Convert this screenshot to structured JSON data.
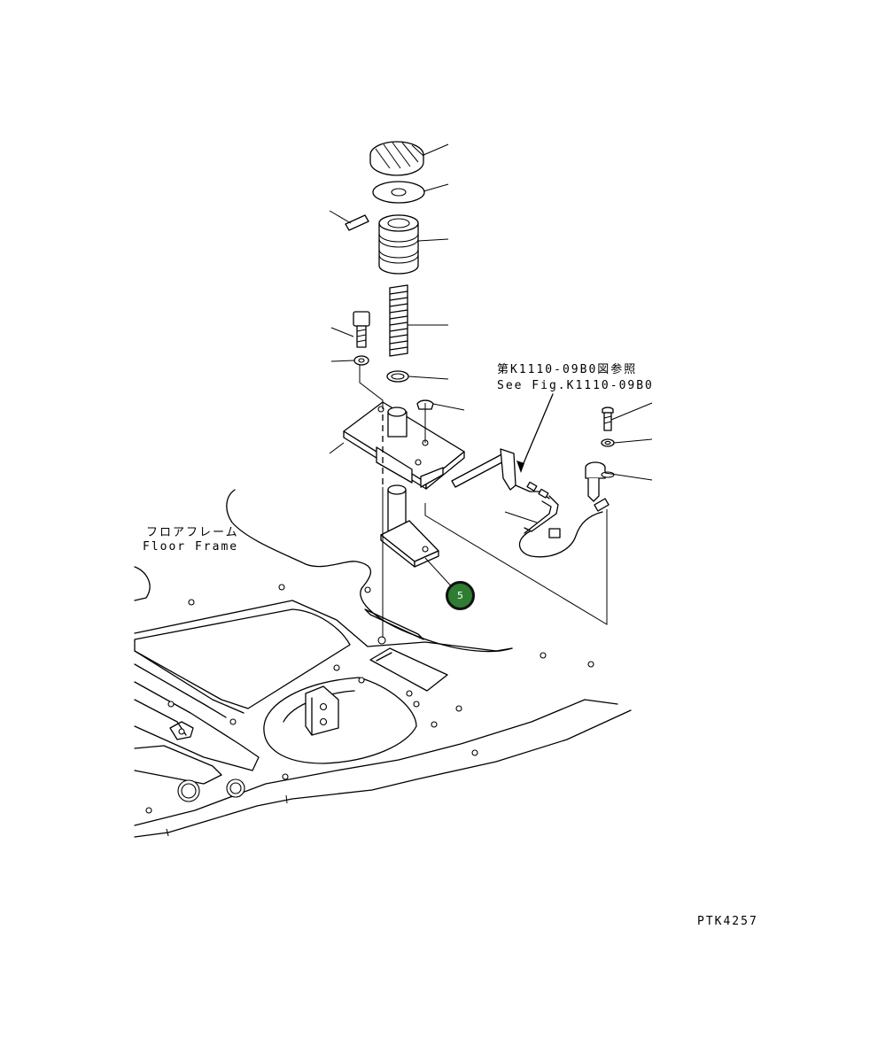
{
  "labels": {
    "ref_jp": "第K1110-09B0図参照",
    "ref_en": "See Fig.K1110-09B0",
    "floor_frame_jp": "フロアフレーム",
    "floor_frame_en": "Floor Frame",
    "drawing_code": "PTK4257"
  },
  "callouts": [
    {
      "number": "5",
      "color": "#2e7d32"
    }
  ]
}
